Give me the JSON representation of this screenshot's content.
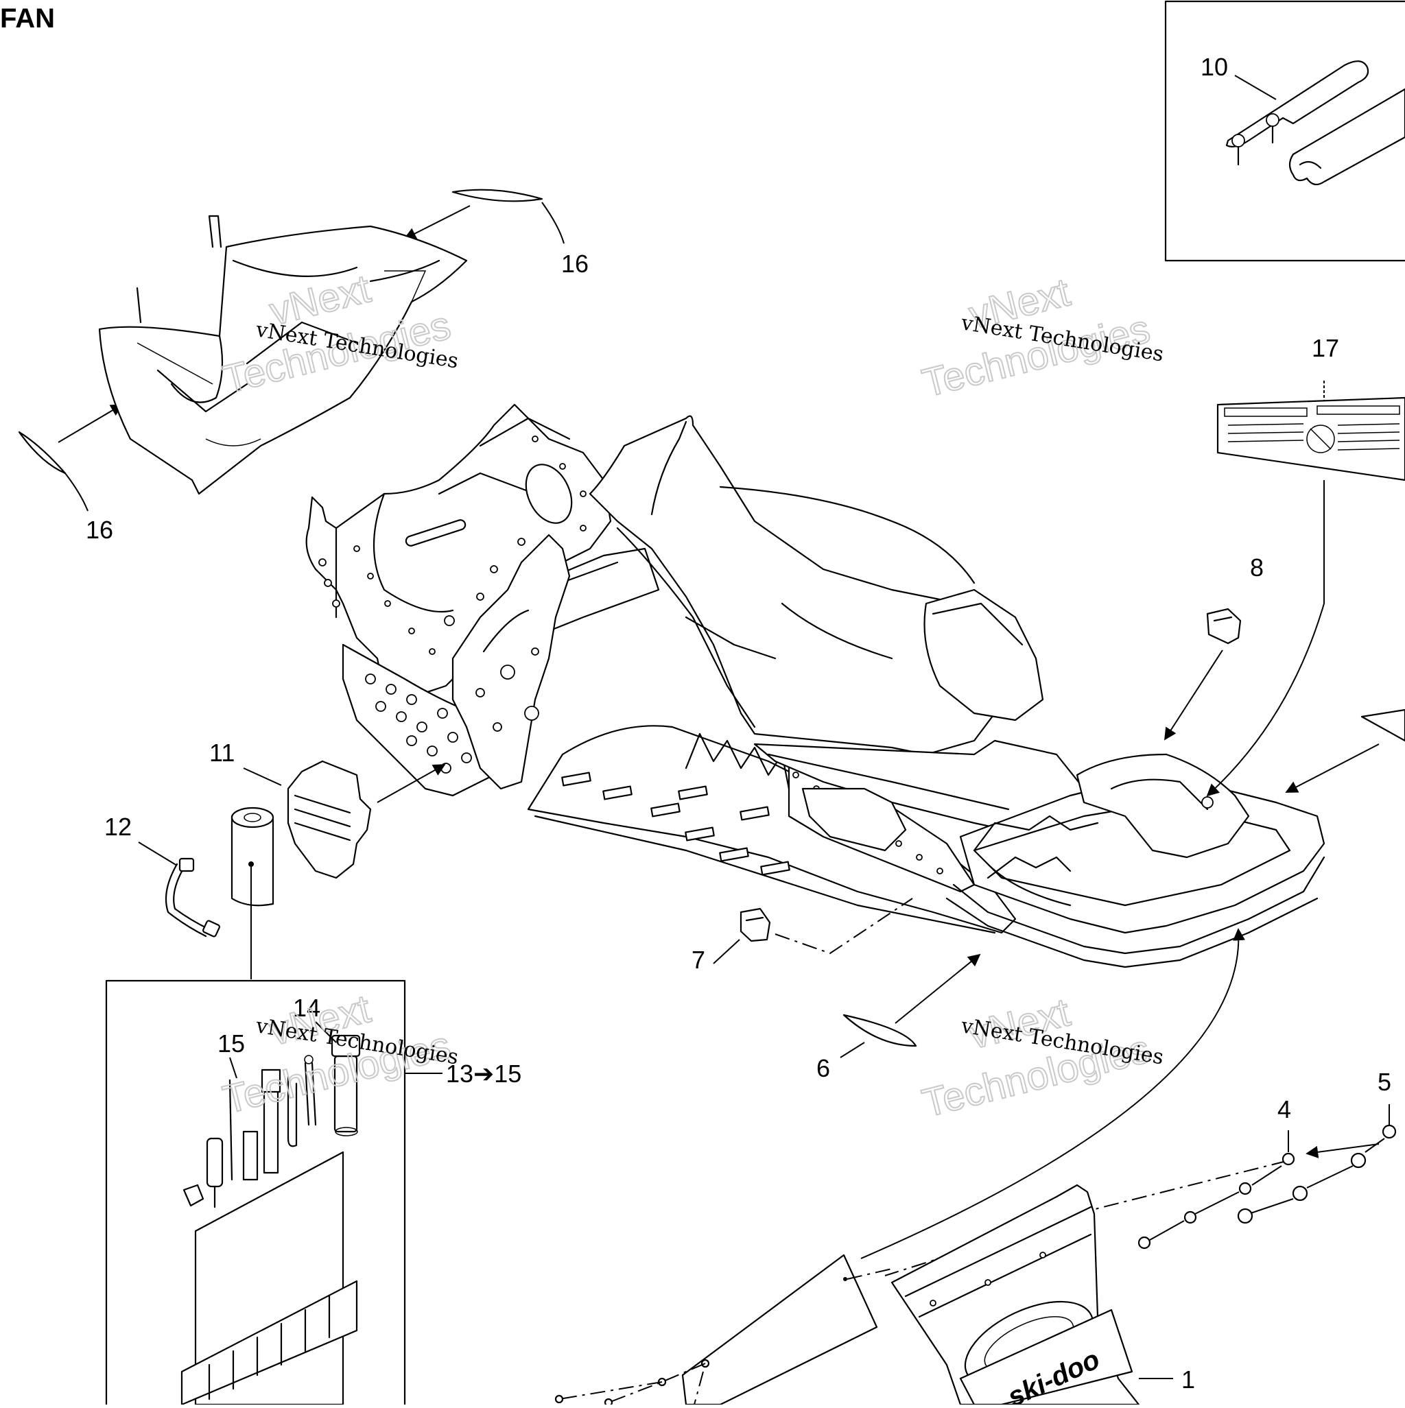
{
  "diagram": {
    "title": "FAN",
    "watermark": {
      "line": "vNext Technologies",
      "big_top": "vNext",
      "big_bottom": "Technologies"
    },
    "callouts": {
      "c1": "1",
      "c4": "4",
      "c5": "5",
      "c6": "6",
      "c7": "7",
      "c8": "8",
      "c10": "10",
      "c11": "11",
      "c12": "12",
      "c13": "13➔15",
      "c14": "14",
      "c15": "15",
      "c16a": "16",
      "c16b": "16",
      "c17": "17"
    },
    "brand_logo": "ski-doo"
  }
}
